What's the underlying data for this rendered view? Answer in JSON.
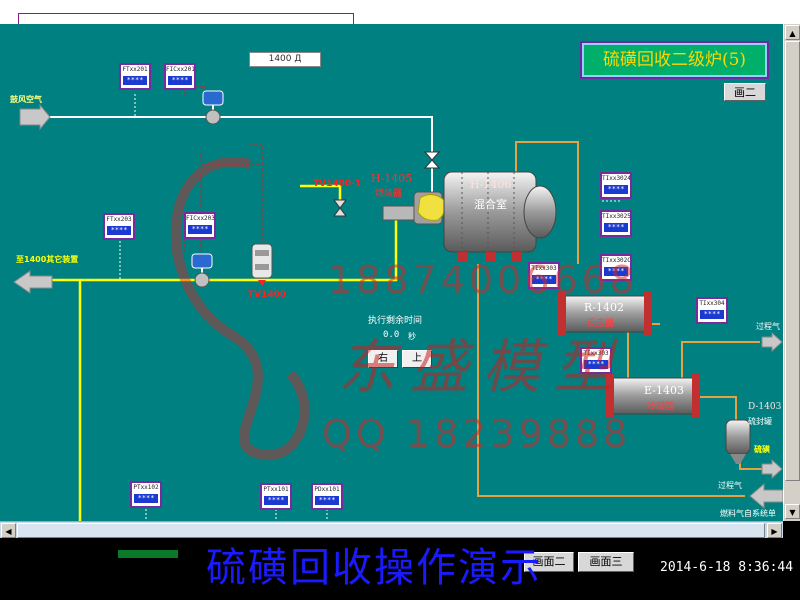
{
  "title_panel": {
    "text": "硫磺回收二级炉(5)"
  },
  "nav": {
    "screen_two": "画二",
    "screen_two_bottom": "画面二",
    "screen_three_bottom": "画面三"
  },
  "placard": {
    "text": "1400 Д"
  },
  "streams": {
    "air_in": "鼓风空气",
    "to_1400": "至1400其它装置",
    "process_gas_out": "过程气",
    "process_gas_in": "过程气",
    "sulfur_out": "硫磺",
    "fuel_in": "燃料气自系统单"
  },
  "equipment": {
    "h1405": {
      "id": "H-1405",
      "name": "燃烧器"
    },
    "h1406": {
      "id": "H-1406",
      "name": "混合室"
    },
    "r1402": {
      "id": "R-1402",
      "name": "反应器"
    },
    "e1403": {
      "id": "E-1403",
      "name": "冷凝器"
    },
    "d1403": {
      "id": "D-1403",
      "name": "硫封罐"
    }
  },
  "valve_tags": {
    "tv_left": "TV1400",
    "tv_mid": "TV1400-1"
  },
  "instruments": [
    {
      "tag": "FTxx201",
      "value": "****"
    },
    {
      "tag": "FICxx201",
      "value": "****"
    },
    {
      "tag": "FTxx203",
      "value": "****"
    },
    {
      "tag": "FICxx203",
      "value": "****"
    },
    {
      "tag": "TIxx3024",
      "value": "****"
    },
    {
      "tag": "TIxx3025",
      "value": "****"
    },
    {
      "tag": "TIxx302C",
      "value": "****"
    },
    {
      "tag": "TIxx303",
      "value": "****"
    },
    {
      "tag": "TIxx303",
      "value": "****"
    },
    {
      "tag": "TIxx304",
      "value": "****"
    },
    {
      "tag": "PTxx102",
      "value": "****"
    },
    {
      "tag": "PTxx101",
      "value": "****"
    },
    {
      "tag": "PDxx101",
      "value": "****"
    }
  ],
  "timer": {
    "title": "执行剩余时间",
    "value": "0.0",
    "unit": "秒",
    "btn_right": "右",
    "btn_up": "上"
  },
  "watermark": {
    "phone": "18874006668",
    "brand": "东盛模型",
    "qq": "QQ 18239888"
  },
  "footer": {
    "title": "硫磺回收操作演示",
    "clock": "2014-6-18 8:36:44"
  },
  "colors": {
    "canvas": "#008080",
    "air_line": "#ffffff",
    "fuel_line": "#ffff00",
    "process_line": "#e8a040",
    "signal_line": "#cc2020",
    "title_bg": "#00b06a",
    "title_text": "#ffd700"
  }
}
